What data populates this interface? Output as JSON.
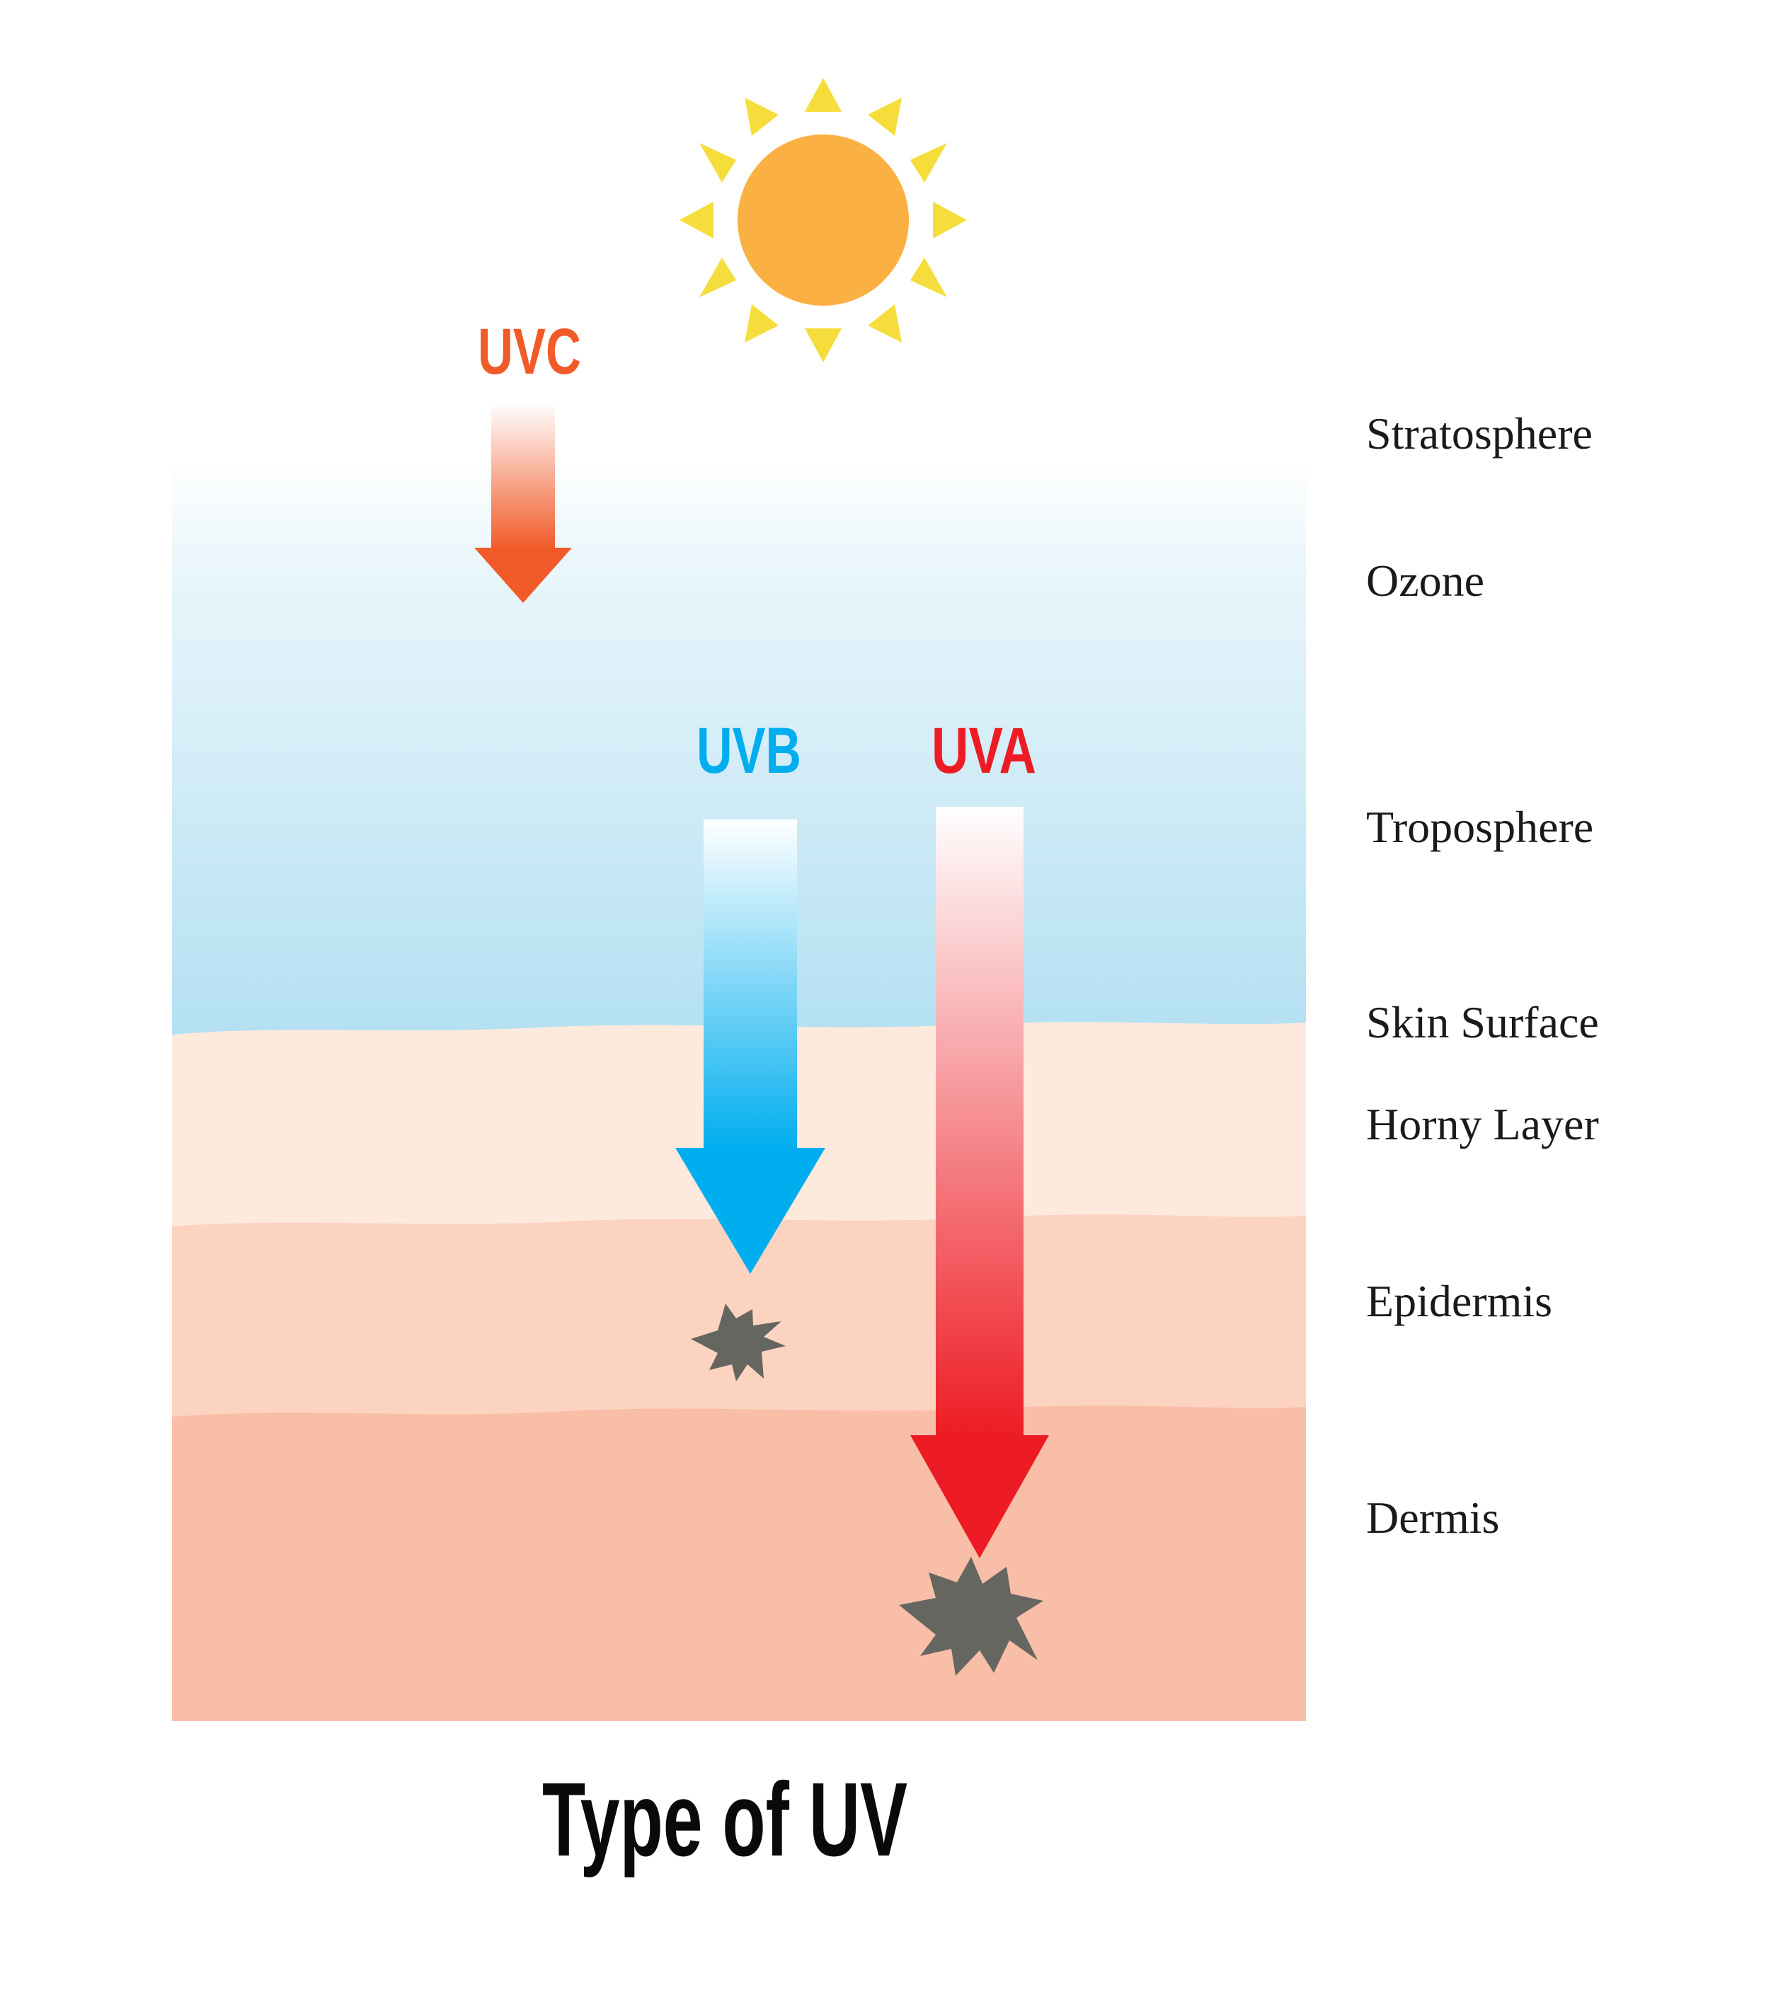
{
  "title": "Type of UV",
  "colors": {
    "sky_top": "#ffffff",
    "sky_mid": "#eaf6fb",
    "sky_bottom": "#b3e0f2",
    "horny_layer": "#fdeadd",
    "epidermis": "#fcd3c1",
    "dermis": "#f9bea8",
    "sun_core": "#fbb043",
    "sun_rays": "#f5de3c",
    "uvc": "#f15a29",
    "uvb": "#00aeef",
    "uva": "#ed1c24",
    "damage": "#666660"
  },
  "rays": [
    {
      "label": "UVC",
      "color": "#f15a29",
      "stops_at": "Ozone"
    },
    {
      "label": "UVB",
      "color": "#00aeef",
      "stops_at": "Epidermis"
    },
    {
      "label": "UVA",
      "color": "#ed1c24",
      "stops_at": "Dermis"
    }
  ],
  "layers": [
    {
      "label": "Stratosphere"
    },
    {
      "label": "Ozone"
    },
    {
      "label": "Troposphere"
    },
    {
      "label": "Skin Surface"
    },
    {
      "label": "Horny Layer"
    },
    {
      "label": "Epidermis"
    },
    {
      "label": "Dermis"
    }
  ]
}
